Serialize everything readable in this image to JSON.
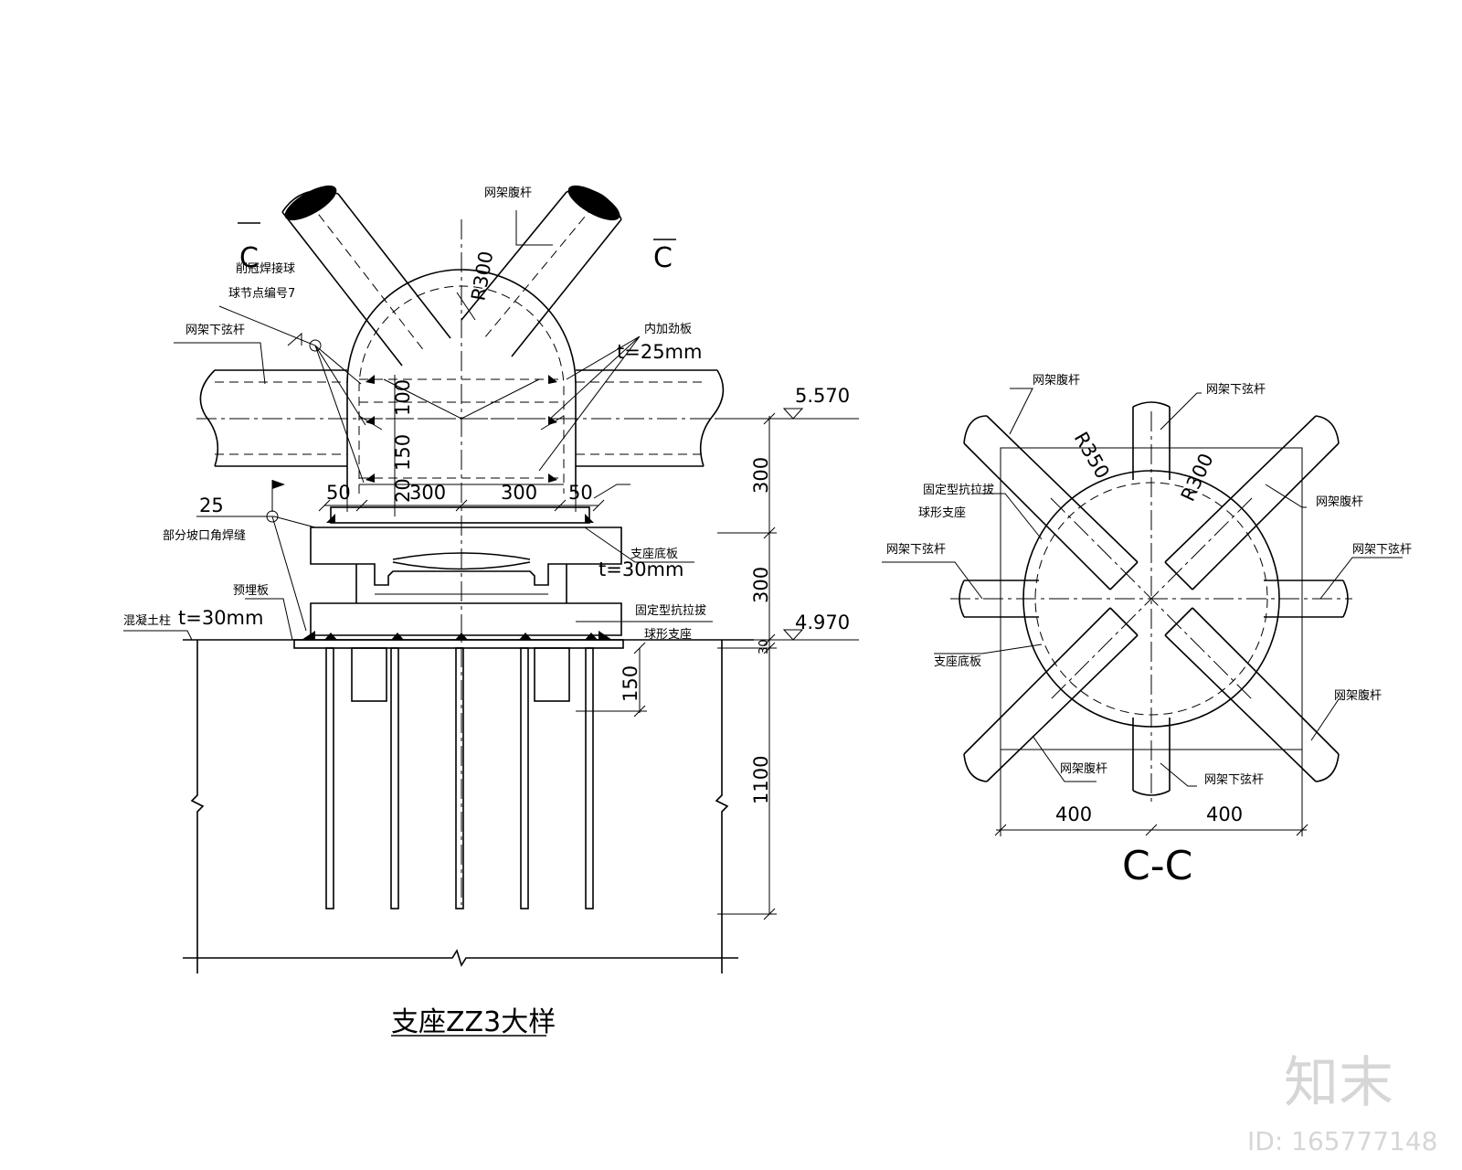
{
  "detail": {
    "title": "支座ZZ3大样",
    "section_mark_left": "C",
    "section_mark_right": "C",
    "labels": {
      "web_member_top": "网架腹杆",
      "ball_line1": "削冠焊接球",
      "ball_line2": "球节点编号7",
      "lower_chord": "网架下弦杆",
      "stiffener": "内加劲板",
      "stiffener_t": "t=25mm",
      "weld_size": "25",
      "weld_note": "部分坡口角焊缝",
      "embed_plate": "预埋板",
      "concrete_col": "混凝土柱",
      "embed_t": "t=30mm",
      "base_plate": "支座底板",
      "base_t": "t=30mm",
      "bearing_line1": "固定型抗拉拔",
      "bearing_line2": "球形支座"
    },
    "radius": "R300",
    "dims": {
      "d50a": "50",
      "d300a": "300",
      "d300b": "300",
      "d50b": "50",
      "v100": "100",
      "v150": "150",
      "v20": "20",
      "v300a": "300",
      "v300b": "300",
      "v30": "30",
      "v150b": "150",
      "v1100": "1100"
    },
    "elev_top": "5.570",
    "elev_bottom": "4.970"
  },
  "section": {
    "title": "C-C",
    "labels": {
      "web_tl": "网架腹杆",
      "chord_top": "网架下弦杆",
      "bearing_line1": "固定型抗拉拔",
      "bearing_line2": "球形支座",
      "web_r1": "网架腹杆",
      "chord_left": "网架下弦杆",
      "chord_right": "网架下弦杆",
      "base_plate": "支座底板",
      "web_br": "网架腹杆",
      "web_bl": "网架腹杆",
      "chord_bottom": "网架下弦杆"
    },
    "r350": "R350",
    "r300": "R300",
    "dim_left": "400",
    "dim_right": "400"
  },
  "watermark": {
    "logo": "知末",
    "id": "ID: 165777148"
  }
}
